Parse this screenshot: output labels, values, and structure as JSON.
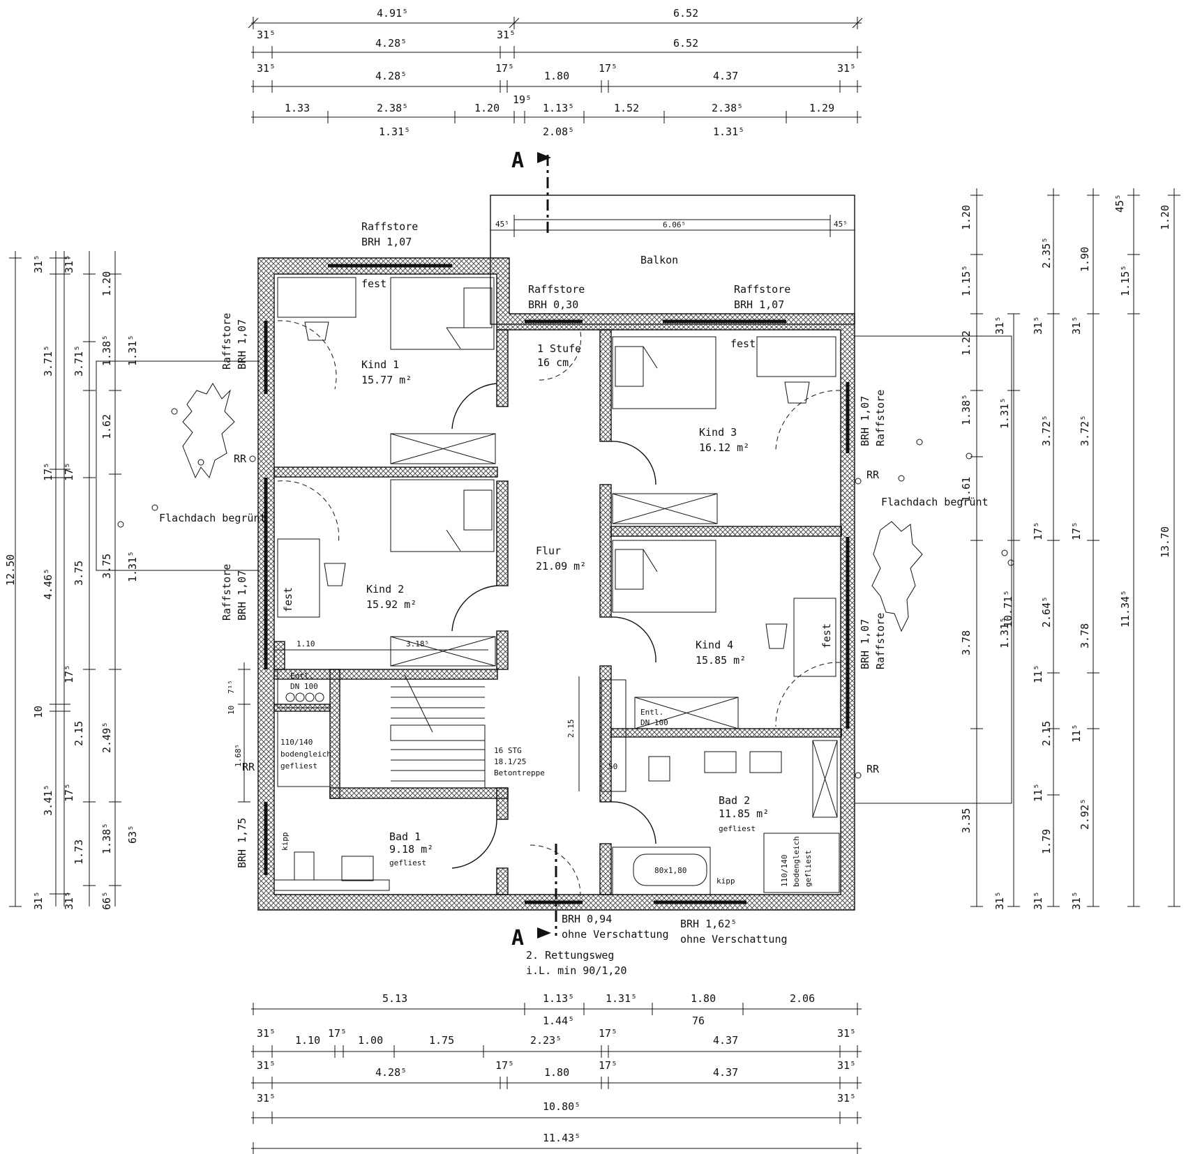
{
  "section_label": "A",
  "top_dims": {
    "row1": [
      "4.91⁵",
      "6.52"
    ],
    "row2": [
      "31⁵",
      "4.28⁵",
      "31⁵",
      "6.52"
    ],
    "row3": [
      "31⁵",
      "4.28⁵",
      "17⁵",
      "1.80",
      "17⁵",
      "4.37",
      "31⁵"
    ],
    "row4": [
      "1.33",
      "2.38⁵",
      "1.20",
      "19⁵",
      "1.13⁵",
      "1.52",
      "2.38⁵",
      "1.29"
    ],
    "row5": [
      "1.31⁵",
      "2.08⁵",
      "1.31⁵"
    ]
  },
  "balcony": {
    "label": "Balkon",
    "dims": [
      "45⁵",
      "6.06⁵",
      "45⁵"
    ]
  },
  "rooms": {
    "kind1": {
      "name": "Kind  1",
      "area": "15.77  m²"
    },
    "kind2": {
      "name": "Kind  2",
      "area": "15.92  m²"
    },
    "kind3": {
      "name": "Kind  3",
      "area": "16.12  m²"
    },
    "kind4": {
      "name": "Kind  4",
      "area": "15.85  m²"
    },
    "flur": {
      "name": "Flur",
      "area": "21.09  m²"
    },
    "bad1": {
      "name": "Bad  1",
      "area": "9.18  m²",
      "note": "gefliest"
    },
    "bad2": {
      "name": "Bad  2",
      "area": "11.85  m²",
      "note": "gefliest"
    }
  },
  "labels": {
    "raff_top_left": [
      "Raffstore",
      "BRH  1,07"
    ],
    "raff_top_mid": [
      "Raffstore",
      "BRH  0,30"
    ],
    "raff_top_right": [
      "Raffstore",
      "BRH  1,07"
    ],
    "raff_left_upper": [
      "Raffstore",
      "BRH  1,07"
    ],
    "raff_left_lower": [
      "Raffstore",
      "BRH  1,07"
    ],
    "raff_right_upper": [
      "BRH  1,07",
      "Raffstore"
    ],
    "raff_right_lower": [
      "BRH  1,07",
      "Raffstore"
    ],
    "brh_left_bad": "BRH  1,75",
    "fest": "fest",
    "stufe": [
      "1  Stufe",
      "16  cm"
    ],
    "rr": "RR",
    "flachdach": "Flachdach  begrünt",
    "stairs": [
      "16  STG",
      "18.1/25",
      "Betontreppe"
    ],
    "entl_left": [
      "Entl.",
      "DN  100"
    ],
    "entl_right": [
      "Entl.",
      "DN  100"
    ],
    "shower_left": [
      "110/140",
      "bodengleich",
      "gefliest"
    ],
    "shower_right": [
      "110/140",
      "bodengleich",
      "gefliest"
    ],
    "tub": "80x1,80",
    "kipp": "kipp",
    "bottom_window_left": [
      "BRH  0,94",
      "ohne  Verschattung"
    ],
    "bottom_window_right": [
      "BRH  1,62⁵",
      "ohne  Verschattung"
    ],
    "escape": [
      "2.  Rettungsweg",
      "i.L.  min  90/1,20"
    ],
    "inner_dims": {
      "d110": "1.10",
      "d318": "3.18⁵",
      "d215": "2.15",
      "d50": "50"
    }
  },
  "bottom_dims": {
    "row1": [
      "5.13",
      "1.13⁵",
      "1.31⁵",
      "1.80",
      "2.06"
    ],
    "row1b": [
      "1.44⁵",
      "76"
    ],
    "row2": [
      "31⁵",
      "1.10",
      "17⁵",
      "1.00",
      "1.75",
      "2.23⁵",
      "17⁵",
      "4.37",
      "31⁵"
    ],
    "row3": [
      "31⁵",
      "4.28⁵",
      "17⁵",
      "1.80",
      "17⁵",
      "4.37",
      "31⁵"
    ],
    "row4": [
      "31⁵",
      "10.80⁵",
      "31⁵"
    ],
    "row5": [
      "11.43⁵"
    ]
  },
  "left_dims": {
    "col1": [
      "12.50"
    ],
    "col2": [
      "31⁵",
      "3.71⁵",
      "17⁵",
      "4.46⁵",
      "10",
      "3.41⁵",
      "31⁵"
    ],
    "col3": [
      "31⁵",
      "3.71⁵",
      "17⁵",
      "3.75",
      "17⁵",
      "2.15",
      "17⁵",
      "1.73",
      "31⁵"
    ],
    "col4": [
      "1.20",
      "1.38⁵",
      "1.62",
      "3.75",
      "2.49⁵",
      "1.38⁵",
      "66⁵"
    ],
    "col5": [
      "1.31⁵",
      "1.31⁵",
      "63⁵"
    ],
    "col6": [
      "7¹⁵",
      "10",
      "1.68⁵"
    ]
  },
  "right_dims": {
    "col1": [
      "1.20",
      "1.15⁵",
      "1.22",
      "1.38⁵",
      "1.61",
      "3.78",
      "3.35",
      "31⁵"
    ],
    "col2": [
      "31⁵",
      "1.31⁵",
      "1.31⁵",
      "10.71⁵"
    ],
    "col3": [
      "2.35⁵",
      "31⁵",
      "3.72⁵",
      "17⁵",
      "2.64⁵",
      "11⁵",
      "2.15",
      "11⁵",
      "1.79",
      "31⁵"
    ],
    "col4": [
      "1.90",
      "31⁵",
      "3.72⁵",
      "17⁵",
      "3.78",
      "11⁵",
      "2.92⁵",
      "31⁵"
    ],
    "col5": [
      "45⁵",
      "1.15⁵",
      "11.34⁵"
    ],
    "col6": [
      "1.20",
      "13.70"
    ]
  }
}
